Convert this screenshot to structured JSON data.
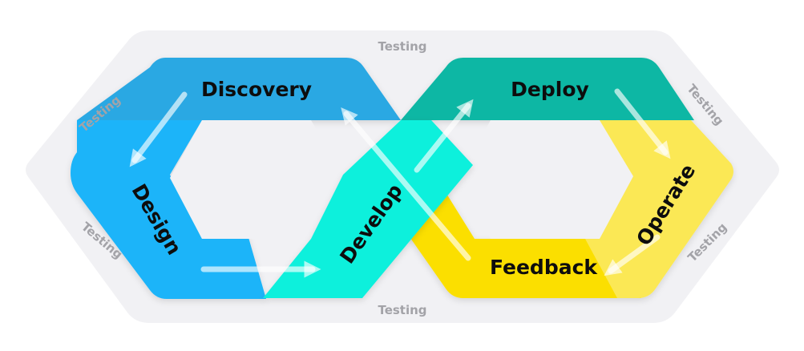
{
  "diagram": {
    "phases": {
      "discovery": "Discovery",
      "design": "Design",
      "develop": "Develop",
      "deploy": "Deploy",
      "operate": "Operate",
      "feedback": "Feedback"
    },
    "testing_labels": {
      "top": "Testing",
      "bottom": "Testing",
      "left_upper": "Testing",
      "left_lower": "Testing",
      "right_upper": "Testing",
      "right_lower": "Testing"
    },
    "colors": {
      "discovery": "#2ba8e3",
      "design": "#1cb4f9",
      "develop": "#0ff0dc",
      "deploy": "#10b7a4",
      "operate": "#fbe854",
      "feedback": "#fbdf03",
      "background_band": "#f1f1f4",
      "testing_text": "#a3a3a8"
    }
  }
}
